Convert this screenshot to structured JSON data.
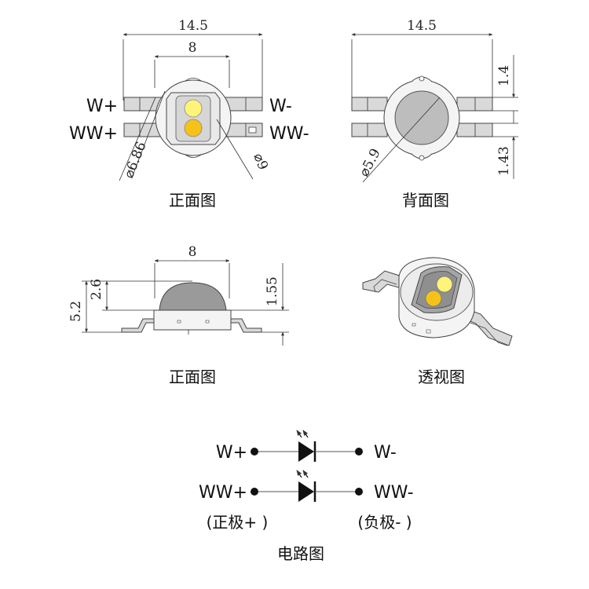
{
  "front_view": {
    "dim_width": "14.5",
    "dim_inner": "8",
    "dim_diag_left": "⌀6.86",
    "dim_diag_right": "⌀9",
    "pin_w_plus": "W+",
    "pin_ww_plus": "WW+",
    "pin_w_minus": "W-",
    "pin_ww_minus": "WW-",
    "caption": "正面图",
    "chip_colors": {
      "white_led": "#fff47a",
      "warm_led": "#f5c21a"
    }
  },
  "back_view": {
    "dim_width": "14.5",
    "dim_top": "1.4",
    "dim_bottom": "1.43",
    "dim_diag": "⌀5.9",
    "caption": "背面图"
  },
  "side_view": {
    "dim_width": "8",
    "dim_total_height": "5.2",
    "dim_lens_height": "2.6",
    "dim_base_height": "1.55",
    "caption": "正面图"
  },
  "perspective_view": {
    "caption": "透视图"
  },
  "circuit": {
    "row1_left": "W+",
    "row1_right": "W-",
    "row2_left": "WW+",
    "row2_right": "WW-",
    "positive_note": "(正极+ )",
    "negative_note": "(负极- )",
    "caption": "电路图"
  }
}
